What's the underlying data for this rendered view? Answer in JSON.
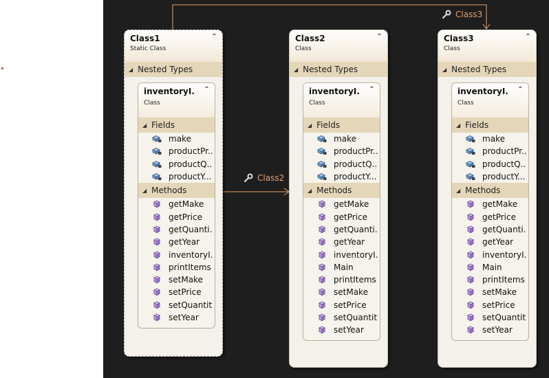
{
  "classes": [
    {
      "name": "Class1",
      "stereotype": "Static Class",
      "nested_types_label": "Nested Types",
      "nested": {
        "name": "inventoryI...",
        "stereotype": "Class",
        "fields_label": "Fields",
        "fields": [
          "make",
          "productPr...",
          "productQ...",
          "productY..."
        ],
        "methods_label": "Methods",
        "methods": [
          "getMake",
          "getPrice",
          "getQuanti...",
          "getYear",
          "inventoryI...",
          "printItems",
          "setMake",
          "setPrice",
          "setQuantity",
          "setYear"
        ]
      }
    },
    {
      "name": "Class2",
      "stereotype": "Class",
      "nested_types_label": "Nested Types",
      "nested": {
        "name": "inventoryI...",
        "stereotype": "Class",
        "fields_label": "Fields",
        "fields": [
          "make",
          "productPr...",
          "productQ...",
          "productY..."
        ],
        "methods_label": "Methods",
        "methods": [
          "getMake",
          "getPrice",
          "getQuanti...",
          "getYear",
          "inventoryI...",
          "Main",
          "printItems",
          "setMake",
          "setPrice",
          "setQuantity",
          "setYear"
        ]
      }
    },
    {
      "name": "Class3",
      "stereotype": "Class",
      "nested_types_label": "Nested Types",
      "nested": {
        "name": "inventoryI...",
        "stereotype": "Class",
        "fields_label": "Fields",
        "fields": [
          "make",
          "productPr...",
          "productQ...",
          "productY..."
        ],
        "methods_label": "Methods",
        "methods": [
          "getMake",
          "getPrice",
          "getQuanti...",
          "getYear",
          "inventoryI...",
          "Main",
          "printItems",
          "setMake",
          "setPrice",
          "setQuantity",
          "setYear"
        ]
      }
    }
  ],
  "associations": [
    {
      "label": "Class2",
      "from": "Class1",
      "to": "Class2"
    },
    {
      "label": "Class3",
      "from": "Class1",
      "to": "Class3"
    }
  ],
  "colors": {
    "canvas": "#1e1e1e",
    "connector": "#e4a06b",
    "section": "#e4d6b8"
  }
}
